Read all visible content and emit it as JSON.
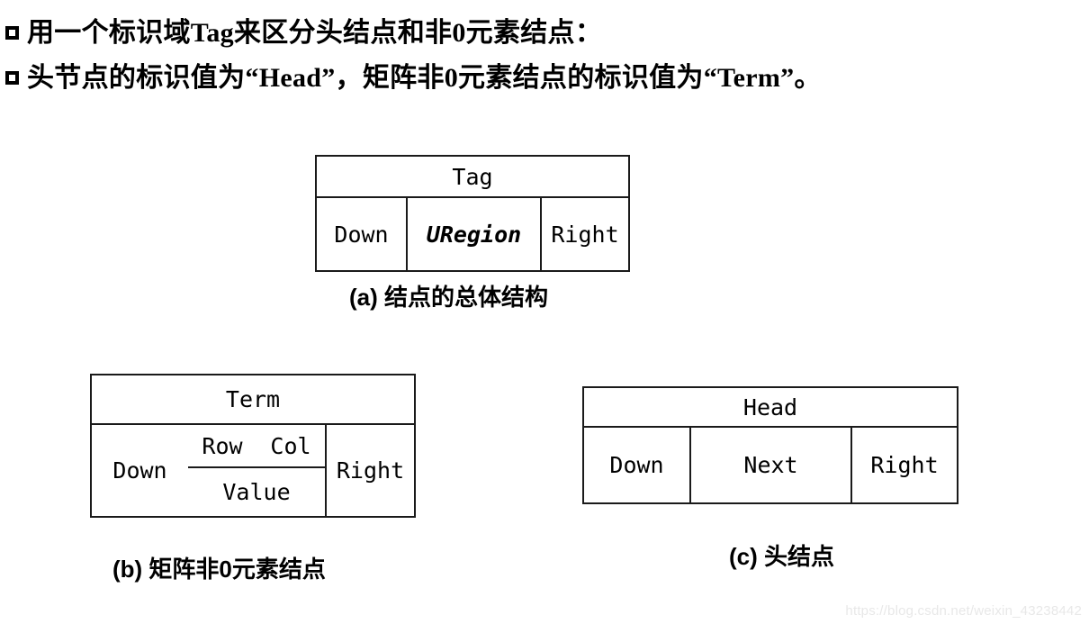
{
  "slide": {
    "bullets": [
      {
        "marker": "hollow-square",
        "text": "用一个标识域Tag来区分头结点和非0元素结点："
      },
      {
        "marker": "hollow-square",
        "text": "头节点的标识值为“Head”，矩阵非0元素结点的标识值为“Term”。"
      }
    ],
    "figures": [
      {
        "id": "a",
        "label": "(a)",
        "caption": "(a) 结点的总体结构",
        "header": "Tag",
        "cells": {
          "left": "Down",
          "middle": "URegion",
          "right": "Right"
        },
        "middle_style": "italic"
      },
      {
        "id": "b",
        "label": "(b)",
        "caption": "(b) 矩阵非0元素结点",
        "header": "Term",
        "cells": {
          "left": "Down",
          "middle_top_left": "Row",
          "middle_top_right": "Col",
          "middle_bottom": "Value",
          "right": "Right"
        }
      },
      {
        "id": "c",
        "label": "(c)",
        "caption": "(c) 头结点",
        "header": "Head",
        "cells": {
          "left": "Down",
          "middle": "Next",
          "right": "Right"
        }
      }
    ],
    "watermark": "https://blog.csdn.net/weixin_43238442",
    "colors": {
      "background": "#ffffff",
      "text": "#000000",
      "table_border": "#1a1a1a",
      "watermark": "#e8e8e8"
    }
  }
}
